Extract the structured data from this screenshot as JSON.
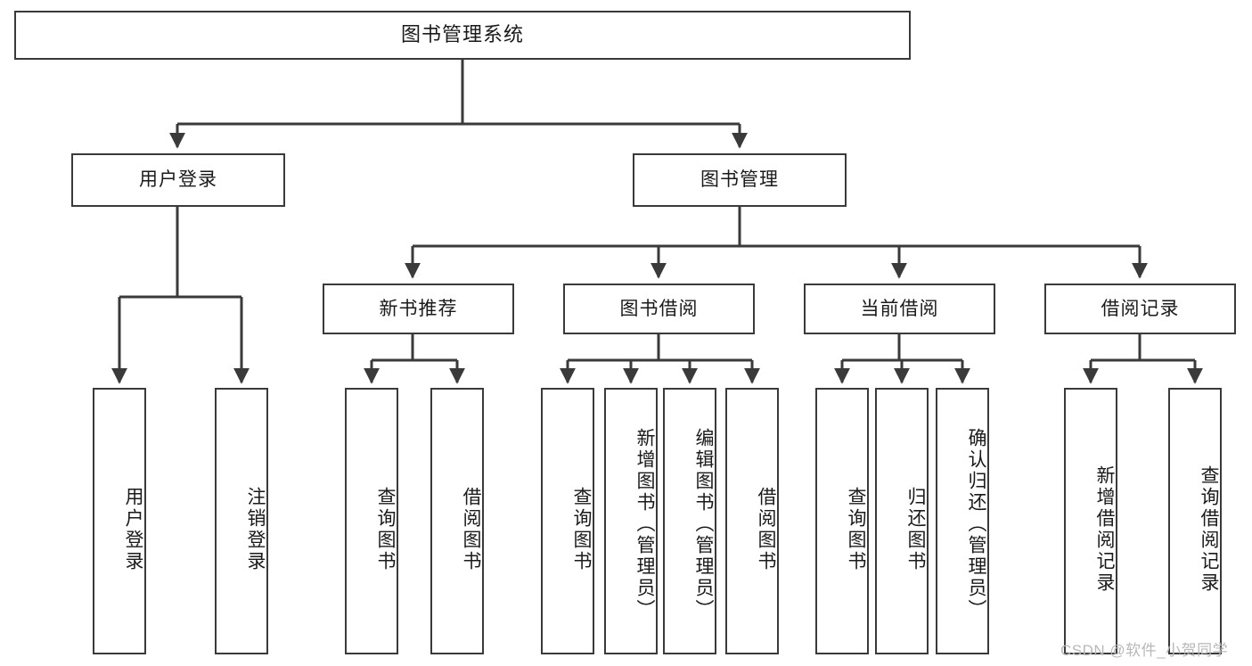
{
  "diagram": {
    "type": "tree",
    "title": "图书管理系统",
    "root": {
      "label": "图书管理系统"
    },
    "level2": [
      {
        "label": "用户登录"
      },
      {
        "label": "图书管理"
      }
    ],
    "level3": [
      {
        "label": "新书推荐"
      },
      {
        "label": "图书借阅"
      },
      {
        "label": "当前借阅"
      },
      {
        "label": "借阅记录"
      }
    ],
    "leaves": {
      "user_login": [
        {
          "label": "用户登录"
        },
        {
          "label": "注销登录"
        }
      ],
      "new_book_recommend": [
        {
          "label": "查询图书"
        },
        {
          "label": "借阅图书"
        }
      ],
      "book_borrow": [
        {
          "label": "查询图书"
        },
        {
          "label": "新增图书（管理员）"
        },
        {
          "label": "编辑图书（管理员）"
        },
        {
          "label": "借阅图书"
        }
      ],
      "current_borrow": [
        {
          "label": "查询图书"
        },
        {
          "label": "归还图书"
        },
        {
          "label": "确认归还（管理员）"
        }
      ],
      "borrow_record": [
        {
          "label": "新增借阅记录"
        },
        {
          "label": "查询借阅记录"
        }
      ]
    }
  },
  "watermark": {
    "text": "CSDN @软件_小贺同学"
  },
  "colors": {
    "stroke": "#3a3a3a",
    "box_fill": "#ffffff",
    "text": "#1a1a1a",
    "watermark": "#b8b8b8"
  }
}
